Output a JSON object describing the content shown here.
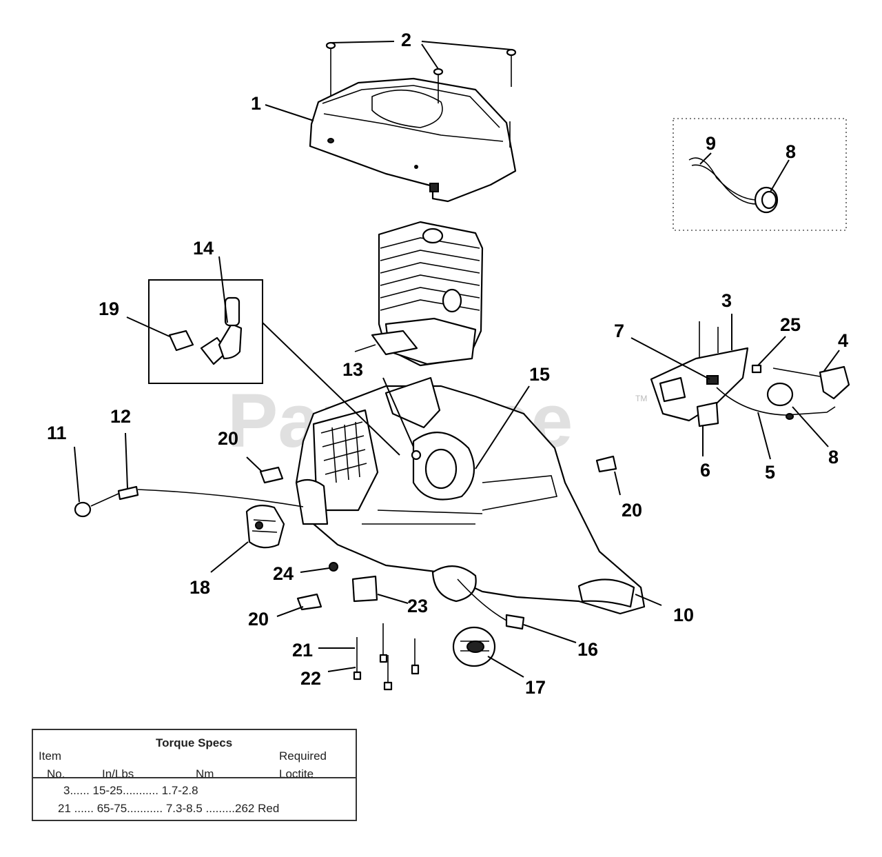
{
  "callouts": {
    "c1": "1",
    "c2": "2",
    "c3": "3",
    "c4": "4",
    "c5": "5",
    "c6": "6",
    "c7": "7",
    "c8a": "8",
    "c8b": "8",
    "c9": "9",
    "c10": "10",
    "c11": "11",
    "c12": "12",
    "c13": "13",
    "c14": "14",
    "c15": "15",
    "c16": "16",
    "c17": "17",
    "c18": "18",
    "c19": "19",
    "c20a": "20",
    "c20b": "20",
    "c20c": "20",
    "c21": "21",
    "c22": "22",
    "c23": "23",
    "c24": "24",
    "c25": "25"
  },
  "watermark": {
    "text": "PartsTree",
    "trademark": "TM"
  },
  "torque_table": {
    "title": "Torque Specs",
    "headers": {
      "item_line1": "Item",
      "item_line2": "No.",
      "inlbs": "In/Lbs",
      "nm": "Nm",
      "required_line1": "Required",
      "required_line2": "Loctite"
    },
    "rows": [
      {
        "text": "3...... 15-25........... 1.7-2.8"
      },
      {
        "text": "21 ...... 65-75........... 7.3-8.5 .........262 Red"
      }
    ]
  }
}
